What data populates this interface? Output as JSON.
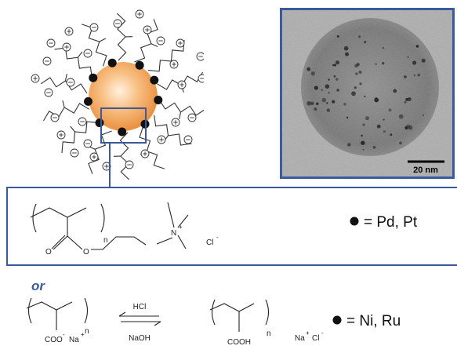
{
  "tem": {
    "scale_bar_label": "20 nm"
  },
  "top_polymer": {
    "subscript": "n",
    "nitrogen": "N",
    "nitrogen_charge": "+",
    "chloride": "Cl",
    "chloride_charge": "-",
    "carbonyl_oxygen": "O",
    "ester_oxygen": "O"
  },
  "top_legend": {
    "text": "= Pd, Pt"
  },
  "separator": {
    "text": "or"
  },
  "bottom": {
    "left_subscript": "n",
    "left_group": "COO",
    "left_group_charge": "-",
    "left_counterion": "Na",
    "left_counterion_charge": "+",
    "acid_label": "HCl",
    "base_label": "NaOH",
    "right_subscript": "n",
    "right_group": "COOH",
    "salt_na": "Na",
    "salt_na_charge": "+",
    "salt_cl": "Cl",
    "salt_cl_charge": "-",
    "legend": "= Ni, Ru"
  },
  "colors": {
    "frame": "#3a5a9c",
    "particle_core": "#f3a45a",
    "tem_background": "#a8a8a8"
  }
}
